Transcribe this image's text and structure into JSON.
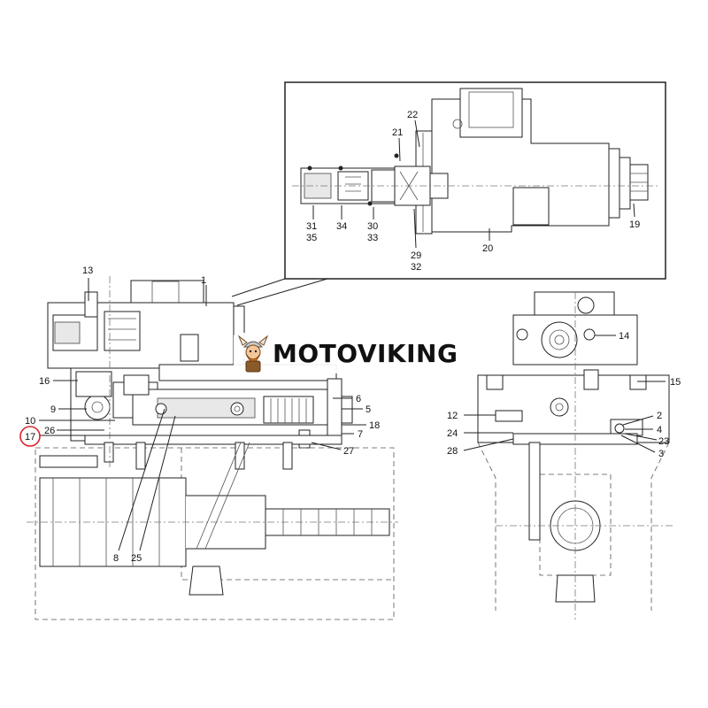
{
  "brand": {
    "name": "MOTOVIKING",
    "logo_icon": "viking-warrior-icon",
    "accent_color": "#e07a1f"
  },
  "highlight_color": "#d9252b",
  "callouts": {
    "n1": "1",
    "n2": "2",
    "n3": "3",
    "n4": "4",
    "n5": "5",
    "n6": "6",
    "n7": "7",
    "n8": "8",
    "n9": "9",
    "n10": "10",
    "n12": "12",
    "n13": "13",
    "n14": "14",
    "n15": "15",
    "n16": "16",
    "n17": "17",
    "n18": "18",
    "n19": "19",
    "n20": "20",
    "n21": "21",
    "n22": "22",
    "n23": "23",
    "n24": "24",
    "n25": "25",
    "n26": "26",
    "n27": "27",
    "n28": "28",
    "n29": "29",
    "n30": "30",
    "n31": "31",
    "n32": "32",
    "n33": "33",
    "n34": "34",
    "n35": "35"
  }
}
